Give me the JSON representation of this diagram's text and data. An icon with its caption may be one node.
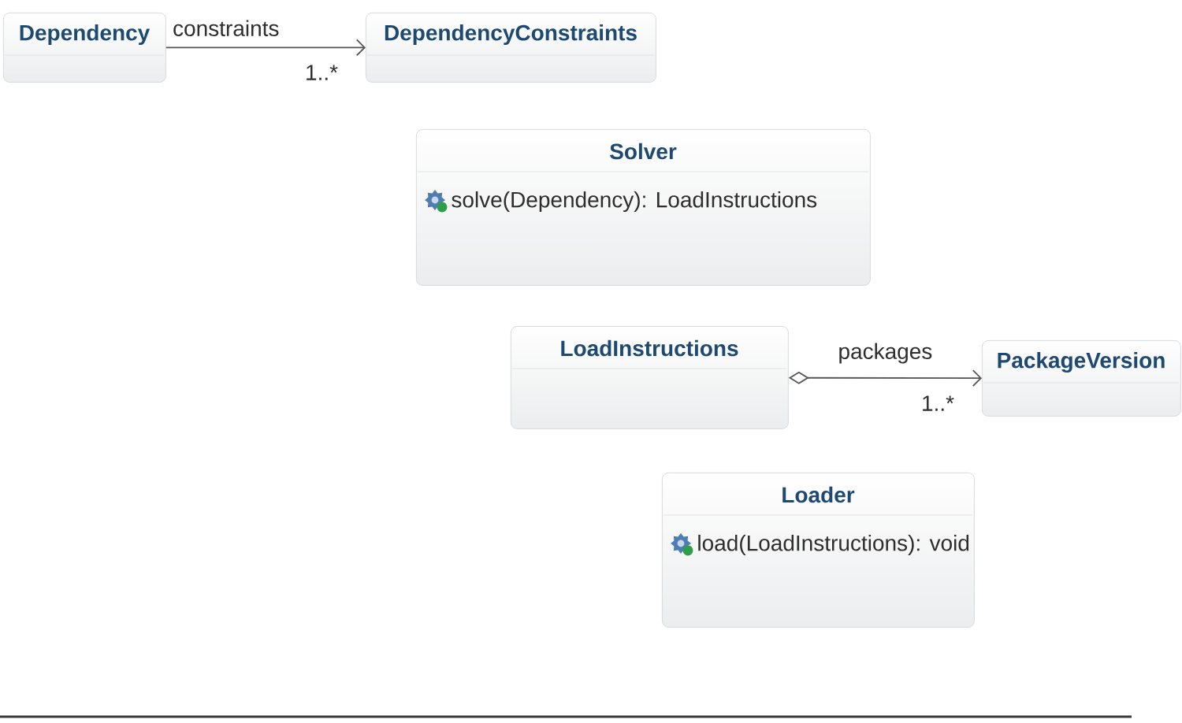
{
  "diagram": {
    "nodes": [
      {
        "text": [
          "Dependency"
        ]
      },
      {
        "text": [
          "DependencyConstraints"
        ]
      },
      {
        "text": [
          "Solver",
          "solve(Dependency): LoadInstructions"
        ]
      },
      {
        "text": [
          "LoadInstructions"
        ]
      },
      {
        "text": [
          "PackageVersion"
        ]
      },
      {
        "text": [
          "Loader",
          "load(LoadInstructions): void"
        ]
      }
    ],
    "edges": [
      {
        "from": 0,
        "to": 1,
        "arrow": "to",
        "label": "constraints"
      },
      {
        "from": 3,
        "to": 4,
        "arrow": "to",
        "label": "packages"
      }
    ],
    "labels": [
      "1..*",
      "1..*"
    ]
  }
}
